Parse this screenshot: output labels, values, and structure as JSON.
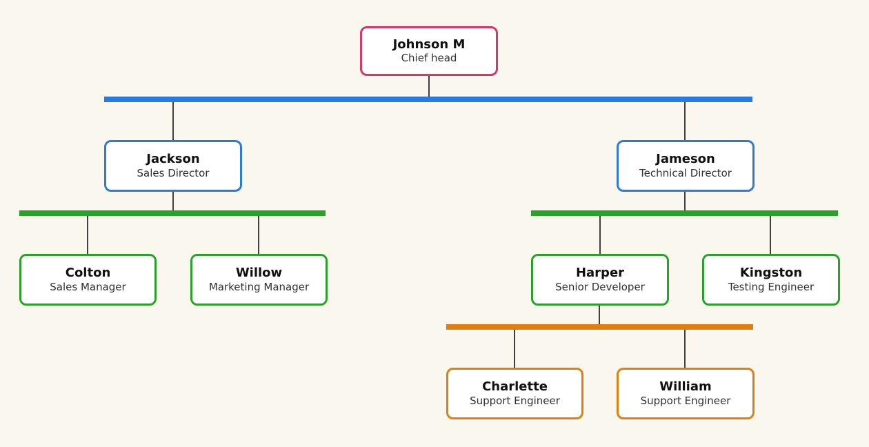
{
  "canvas": {
    "background_color": "#FAF8EE",
    "node_fill_color": "#FFFFFF",
    "connector_line_color": "#3F3F3F",
    "name_text_color": "#101010",
    "title_text_color": "#2F2F2F"
  },
  "palette": {
    "chief": "#DC3568",
    "director": "#2B7AE0",
    "manager": "#28A228",
    "support": "#E07F10"
  },
  "nodes": [
    {
      "name": "Johnson M",
      "title": "Chief head",
      "accent": "#DC3568",
      "reports_to": null
    },
    {
      "name": "Jackson",
      "title": "Sales Director",
      "accent": "#2B7AE0",
      "reports_to": "Johnson M"
    },
    {
      "name": "Jameson",
      "title": "Technical Director",
      "accent": "#2B7AE0",
      "reports_to": "Johnson M"
    },
    {
      "name": "Colton",
      "title": "Sales Manager",
      "accent": "#28A228",
      "reports_to": "Jackson"
    },
    {
      "name": "Willow",
      "title": "Marketing Manager",
      "accent": "#28A228",
      "reports_to": "Jackson"
    },
    {
      "name": "Harper",
      "title": "Senior Developer",
      "accent": "#28A228",
      "reports_to": "Jameson"
    },
    {
      "name": "Kingston",
      "title": "Testing Engineer",
      "accent": "#28A228",
      "reports_to": "Jameson"
    },
    {
      "name": "Charlette",
      "title": "Support Engineer",
      "accent": "#E07F10",
      "reports_to": "Harper"
    },
    {
      "name": "William",
      "title": "Support Engineer",
      "accent": "#E07F10",
      "reports_to": "Harper"
    }
  ],
  "bars": {
    "directors": {
      "color": "#2B7AE0"
    },
    "sales_team": {
      "color": "#28A228"
    },
    "tech_team": {
      "color": "#28A228"
    },
    "support_team": {
      "color": "#E07F10"
    }
  }
}
